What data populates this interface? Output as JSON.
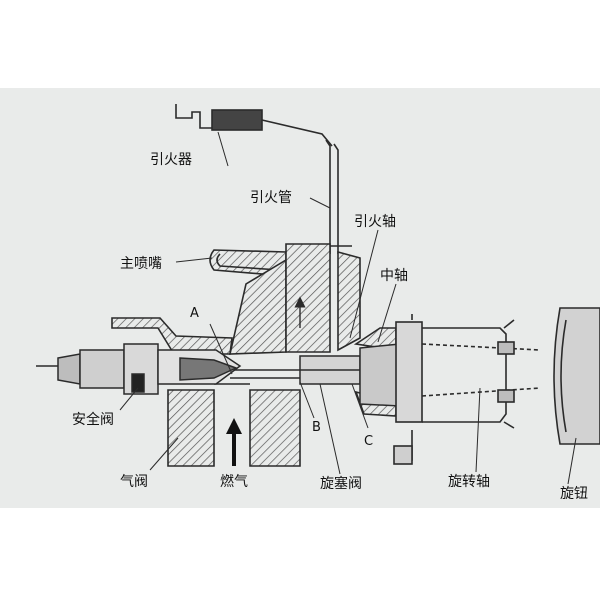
{
  "labels": {
    "igniter": "引火器",
    "pilot_tube": "引火管",
    "main_nozzle": "主喷嘴",
    "pilot_shaft": "引火轴",
    "center_shaft": "中轴",
    "point_a": "A",
    "point_b": "B",
    "point_c": "C",
    "safety_valve": "安全阀",
    "gas_valve": "气阀",
    "gas": "燃气",
    "plug_valve": "旋塞阀",
    "rotary_shaft": "旋转轴",
    "knob": "旋钮"
  },
  "colors": {
    "background": "#e9ebea",
    "line": "#2b2b2b",
    "hatch": "#555555"
  }
}
